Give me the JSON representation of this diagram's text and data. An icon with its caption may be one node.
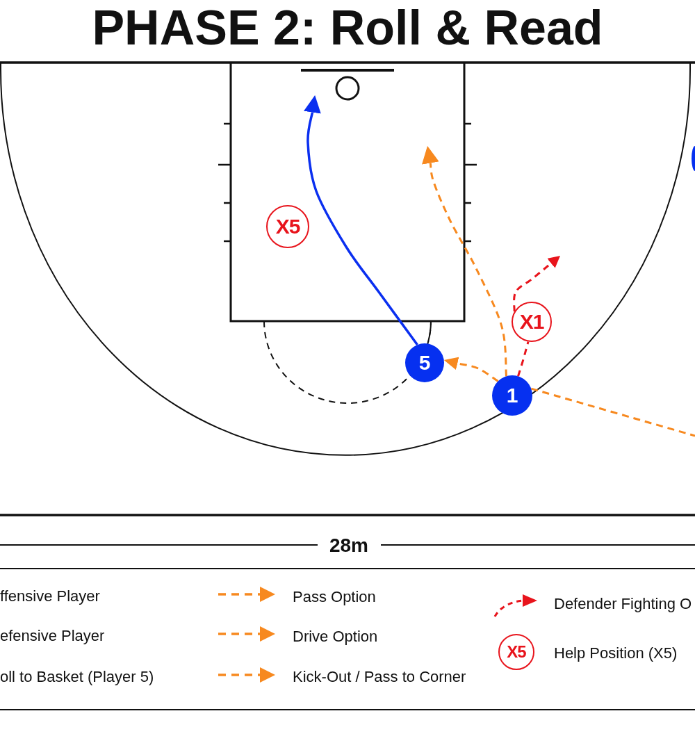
{
  "diagram": {
    "title": "PHASE 2: Roll & Read",
    "nodes": [
      {
        "text": [
          "X5"
        ]
      },
      {
        "text": [
          "X1"
        ]
      },
      {
        "text": [
          "5"
        ]
      },
      {
        "text": [
          "1"
        ]
      },
      {
        "text": [],
        "shape": "circle"
      }
    ],
    "edges": [
      {
        "from": 2,
        "to": null,
        "arrow": "to",
        "color": "#0a2ff0"
      },
      {
        "from": 3,
        "to": 2,
        "arrow": "to",
        "style": "dashed"
      },
      {
        "from": 3,
        "to": null,
        "arrow": "to",
        "style": "dashed"
      },
      {
        "from": 3,
        "to": null,
        "arrow": "none",
        "style": "dashed"
      },
      {
        "from": 3,
        "to": 1,
        "arrow": "none",
        "style": "dashed",
        "color": "#e8141c"
      },
      {
        "from": 1,
        "to": null,
        "arrow": "to",
        "style": "dashed",
        "color": "#e8141c"
      }
    ],
    "labels": [
      "28m",
      "X5"
    ],
    "legend": [
      {
        "text": "ffensive Player"
      },
      {
        "text": "efensive Player"
      },
      {
        "text": "oll to Basket (Player 5)"
      },
      {
        "text": "Pass Option"
      },
      {
        "text": "Drive Option"
      },
      {
        "text": "Kick-Out / Pass to Corner"
      },
      {
        "text": "Defender Fighting O"
      },
      {
        "text": "Help Position (X5)"
      }
    ]
  }
}
